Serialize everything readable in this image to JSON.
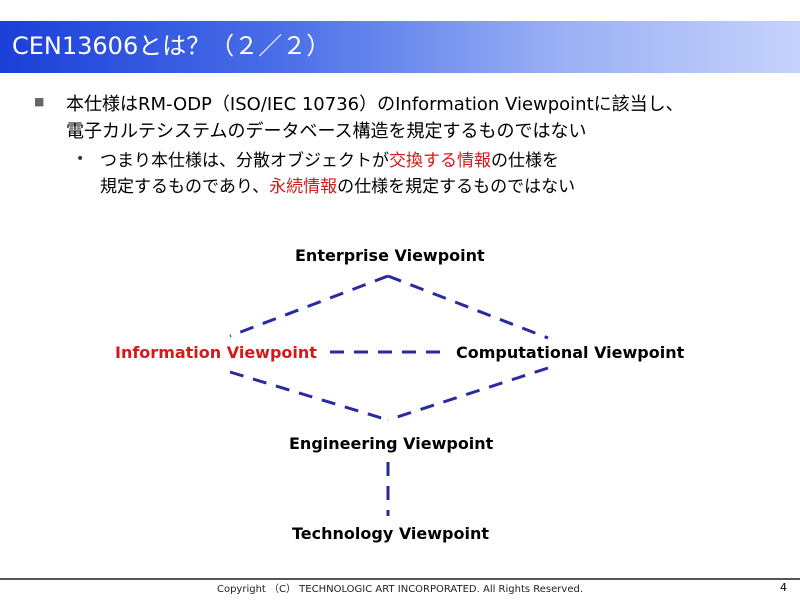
{
  "slide": {
    "title": "CEN13606とは？（２／２）",
    "bullet1_marker": "■",
    "line1": "本仕様はRM-ODP（ISO/IEC 10736）のInformation Viewpointに該当し、",
    "line2": "電子カルテシステムのデータベース構造を規定するものではない",
    "bullet2_marker": "•",
    "line3": {
      "pre": "つまり本仕様は、分散オブジェクトが",
      "highlight1": "交換する情報",
      "post": "の仕様を"
    },
    "line4": {
      "pre": "規定するものであり、",
      "highlight": "永続情報",
      "post": "の仕様を規定するものではない"
    }
  },
  "diagram": {
    "enterprise": "Enterprise Viewpoint",
    "information": "Information Viewpoint",
    "computational": "Computational Viewpoint",
    "engineering": "Engineering Viewpoint",
    "technology": "Technology Viewpoint",
    "line_color": "#2a2aa0",
    "highlight_color": "#d11a1a"
  },
  "footer": {
    "copyright": "Copyright （C） TECHNOLOGIC ART INCORPORATED. All Rights Reserved.",
    "page": "4"
  }
}
